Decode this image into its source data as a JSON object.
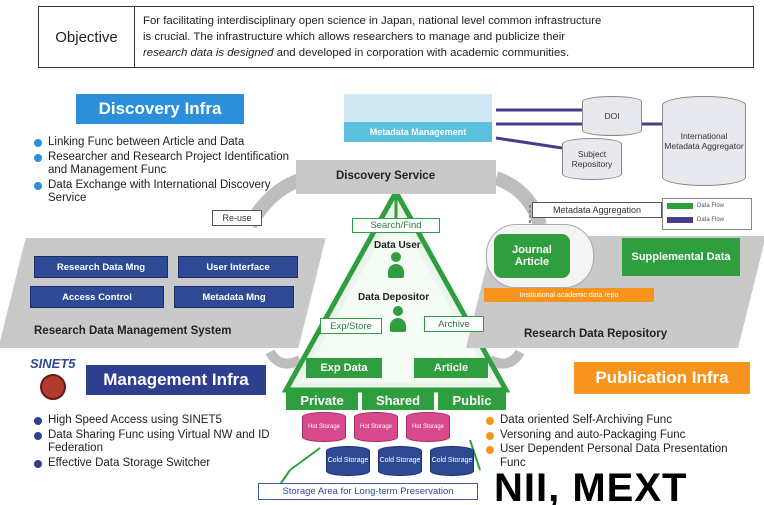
{
  "objective": {
    "label": "Objective",
    "line1": "For facilitating interdisciplinary open science in Japan, national level common infrastructure",
    "line2": "is crucial. The infrastructure which allows researchers to manage and publicize their",
    "line3_em": "research data is designed",
    "line3_rest": " and developed in corporation with academic communities."
  },
  "discovery": {
    "label": "Discovery Infra",
    "bullets": [
      "Linking Func between Article and Data",
      "Researcher and Research Project Identification and Management Func",
      "Data Exchange with International Discovery Service"
    ],
    "service": "Discovery Service",
    "metadata_mgmt": "Metadata Management",
    "reuse": "Re-use"
  },
  "external": {
    "doi": "DOI",
    "subject_repo": "Subject Repository",
    "intl_aggregator": "International Metadata Aggregator",
    "metadata_aggregation": "Metadata Aggregation"
  },
  "legend": {
    "row1": "Data Flow",
    "row2": "Data Flow"
  },
  "rdm": {
    "boxes": [
      "Research Data Mng",
      "User Interface",
      "Access Control",
      "Metadata Mng"
    ],
    "title": "Research Data Management System"
  },
  "repository": {
    "journal": "Journal Article",
    "supplemental": "Supplemental Data",
    "strip": "Institutional academic data repo",
    "title": "Research Data Repository"
  },
  "triangle": {
    "search": "Search/Find",
    "data_user": "Data User",
    "data_depositor": "Data Depositor",
    "exp_store": "Exp/Store",
    "archive": "Archive",
    "exp_data": "Exp Data",
    "article": "Article"
  },
  "zones": {
    "private": "Private",
    "shared": "Shared",
    "public": "Public"
  },
  "storage": {
    "pink": [
      "Hot Storage",
      "Hot Storage",
      "Hot Storage"
    ],
    "blue": [
      "Cold Storage",
      "Cold Storage",
      "Cold Storage"
    ],
    "long_term": "Storage Area for Long-term Preservation"
  },
  "management": {
    "label": "Management Infra",
    "sinet": "SINET5",
    "bullets": [
      "High Speed Access using SINET5",
      "Data Sharing Func using Virtual NW and ID Federation",
      "Effective Data Storage Switcher"
    ]
  },
  "publication": {
    "label": "Publication Infra",
    "bullets": [
      "Data oriented Self-Archiving Func",
      "Versoning and auto-Packaging Func",
      "User Dependent Personal Data Presentation Func"
    ]
  },
  "brand": "NII, MEXT",
  "colors": {
    "discovery": "#2b8fd9",
    "management": "#2e3f8f",
    "publication": "#f7941d",
    "green": "#2e9e3e"
  }
}
